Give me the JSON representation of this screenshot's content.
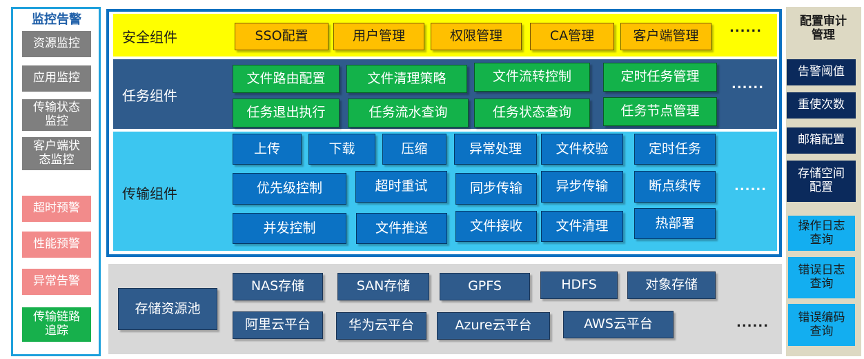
{
  "left_panel": {
    "title": "监控告警",
    "items": [
      "资源监控",
      "应用监控",
      "传输状态监控",
      "客户端状态监控"
    ],
    "alerts": [
      "超时预警",
      "性能预警",
      "异常告警"
    ],
    "trace": "传输链路追踪"
  },
  "security": {
    "label": "安全组件",
    "items": [
      "SSO配置",
      "用户管理",
      "权限管理",
      "CA管理",
      "客户端管理"
    ],
    "more": "......"
  },
  "task": {
    "label": "任务组件",
    "items": [
      "文件路由配置",
      "文件清理策略",
      "文件流转控制",
      "定时任务管理",
      "任务退出执行",
      "任务流水查询",
      "任务状态查询",
      "任务节点管理"
    ],
    "more": "......"
  },
  "transfer": {
    "label": "传输组件",
    "items": [
      "上传",
      "下载",
      "压缩",
      "异常处理",
      "文件校验",
      "定时任务",
      "优先级控制",
      "超时重试",
      "同步传输",
      "异步传输",
      "断点续传",
      "并发控制",
      "文件推送",
      "文件接收",
      "文件清理",
      "热部署"
    ],
    "more": "......"
  },
  "storage": {
    "label": "存储资源池",
    "items": [
      "NAS存储",
      "SAN存储",
      "GPFS",
      "HDFS",
      "对象存储",
      "阿里云平台",
      "华为云平台",
      "Azure云平台",
      "AWS云平台"
    ],
    "more": "......"
  },
  "right_panel": {
    "title": "配置审计管理",
    "items": [
      "告警阈值",
      "重使次数",
      "邮箱配置",
      "存储空间配置"
    ],
    "logs": [
      "操作日志查询",
      "错误日志查询",
      "错误编码查询"
    ]
  }
}
